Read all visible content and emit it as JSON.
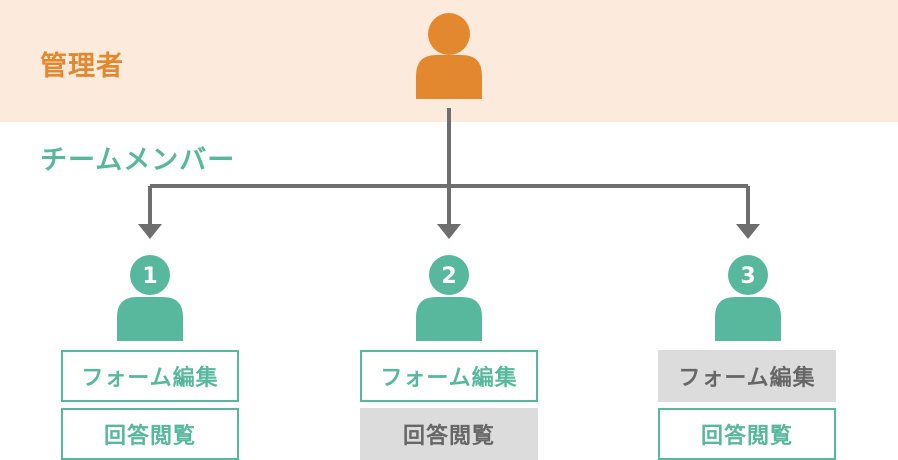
{
  "admin": {
    "label": "管理者",
    "icon": "person-icon",
    "color": "#e3882f",
    "band_color": "#fcebdc"
  },
  "team": {
    "label": "チームメンバー",
    "color": "#58b89d",
    "connector_color": "#6e6e6e",
    "members": [
      {
        "number": "1",
        "icon": "person-icon",
        "permissions": [
          {
            "label": "フォーム編集",
            "enabled": true
          },
          {
            "label": "回答閲覧",
            "enabled": true
          }
        ]
      },
      {
        "number": "2",
        "icon": "person-icon",
        "permissions": [
          {
            "label": "フォーム編集",
            "enabled": true
          },
          {
            "label": "回答閲覧",
            "enabled": false
          }
        ]
      },
      {
        "number": "3",
        "icon": "person-icon",
        "permissions": [
          {
            "label": "フォーム編集",
            "enabled": false
          },
          {
            "label": "回答閲覧",
            "enabled": true
          }
        ]
      }
    ]
  }
}
